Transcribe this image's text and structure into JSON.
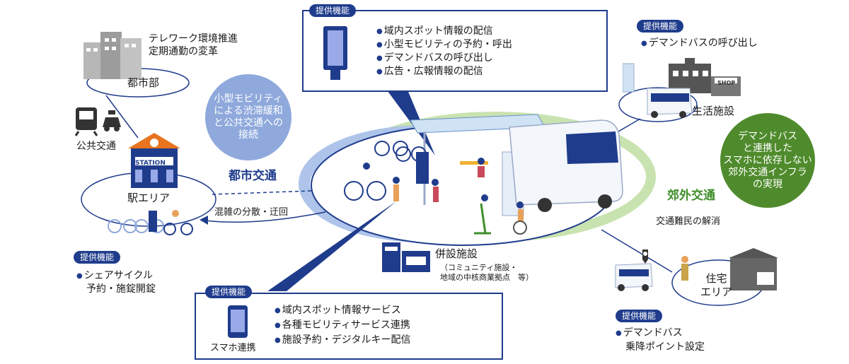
{
  "tag_label": "提供機能",
  "top_box": {
    "items": [
      "域内スポット情報の配信",
      "小型モビリティの予約・呼出",
      "デマンドバスの呼び出し",
      "広告・広報情報の配信"
    ]
  },
  "bottom_box": {
    "icon_label": "スマホ連携",
    "items": [
      "域内スポット情報サービス",
      "各種モビリティサービス連携",
      "施設予約・デジタルキー配信"
    ]
  },
  "left_panel": {
    "items": [
      "シェアサイクル",
      "予約・施錠開錠"
    ]
  },
  "right_top_panel": {
    "items": [
      "デマンドバスの呼び出し"
    ]
  },
  "right_bottom_panel": {
    "items": [
      "デマンドバス",
      "乗降ポイント設定"
    ]
  },
  "city_area": {
    "label": "都市部",
    "notes": [
      "テレワーク環境推進",
      "定期通勤の変革"
    ]
  },
  "public_transit": {
    "label": "公共交通"
  },
  "station_area": {
    "label": "駅エリア",
    "sign": "STATION"
  },
  "living_facility": {
    "label": "生活施設",
    "shop_sign": "SHOP"
  },
  "residential_area": {
    "label": "住宅\nエリア"
  },
  "urban_traffic": {
    "label": "都市交通",
    "note": "混雑の分散・迂回"
  },
  "suburban_traffic": {
    "label": "郊外交通",
    "note": "交通難民の解消"
  },
  "facility": {
    "label": "併設施設",
    "note": "（コミュニティ施設・\n地域の中核商業拠点　等）"
  },
  "bubble_blue": {
    "text": "小型モビリティ\nによる渋滞緩和\nと公共交通への\n接続"
  },
  "bubble_green": {
    "text": "デマンドバス\nと連携した\nスマホに依存しない\n郊外交通インフラ\nの実現"
  },
  "colors": {
    "navy": "#1f3c8c",
    "blue_ring": "#aec4ea",
    "green_ring": "#c9e3b0",
    "green_bubble": "#4f8b2c",
    "blue_bubble": "#8fa9dc",
    "accent_green": "#3f8f2a"
  }
}
